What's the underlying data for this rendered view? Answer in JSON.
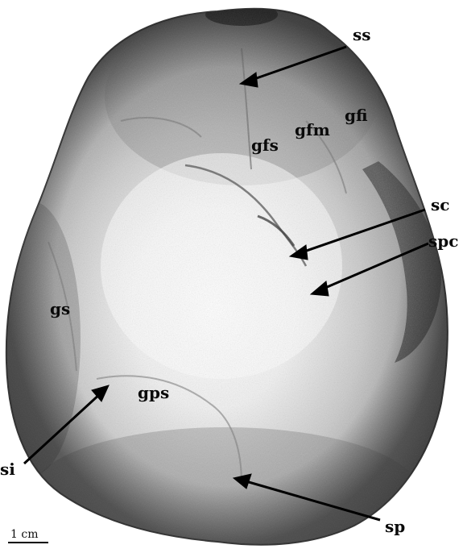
{
  "figure": {
    "labels": {
      "ss": "ss",
      "gfi": "gfi",
      "gfm": "gfm",
      "gfs": "gfs",
      "sc": "sc",
      "spc": "spc",
      "gs": "gs",
      "gps": "gps",
      "si": "si",
      "sp": "sp"
    },
    "scale_bar": "1 cm"
  },
  "colors": {
    "background": "#ffffff",
    "surface_light": "#f2f2f2",
    "surface_mid": "#b8b8b8",
    "surface_dark": "#5a5a5a",
    "arrow": "#000000"
  }
}
